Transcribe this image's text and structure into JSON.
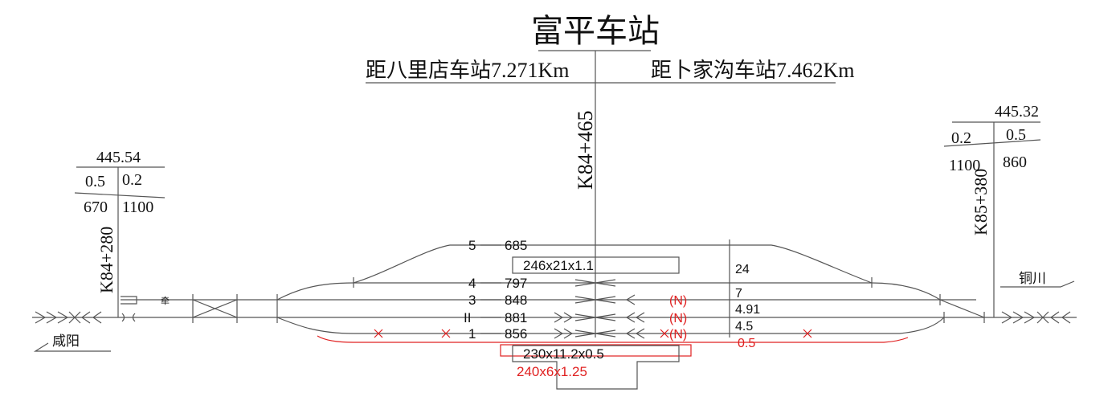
{
  "station": {
    "name": "富平车站",
    "dist_left": "距八里店车站7.271Km",
    "dist_right": "距卜家沟车站7.462Km",
    "center_km": "K84+465"
  },
  "left_profile": {
    "elevation": "445.54",
    "grade_left": "0.5",
    "grade_right": "0.2",
    "len_left": "670",
    "len_right": "1100",
    "km": "K84+280"
  },
  "right_profile": {
    "elevation": "445.32",
    "grade_left": "0.2",
    "grade_right": "0.5",
    "len_left": "1100",
    "len_right": "860",
    "km": "K85+380"
  },
  "directions": {
    "left": "咸阳",
    "right": "铜川"
  },
  "tracks": [
    {
      "number": "5",
      "length": "685"
    },
    {
      "number": "4",
      "length": "797"
    },
    {
      "number": "3",
      "length": "848"
    },
    {
      "number": "II",
      "length": "881"
    },
    {
      "number": "1",
      "length": "856"
    }
  ],
  "spacings": [
    "24",
    "7",
    "4.91",
    "4.5",
    "0.5"
  ],
  "platforms": {
    "upper": "246x21x1.1",
    "lower": "230x11.2x0.5",
    "new": "240x6x1.25"
  },
  "new_marks": [
    "(N)",
    "(N)",
    "(N)"
  ],
  "shunt_signal": "牵",
  "colors": {
    "line": "#555555",
    "text": "#111111",
    "red": "#e02020"
  }
}
